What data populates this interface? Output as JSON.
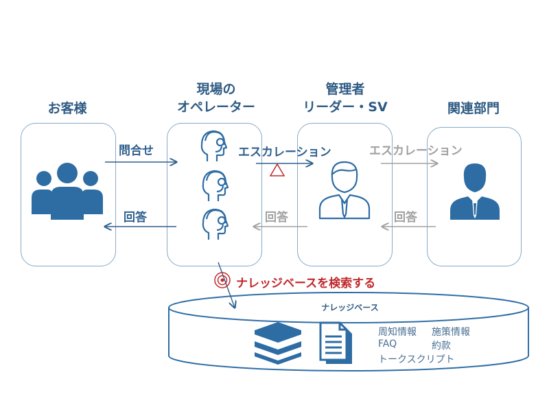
{
  "headers": {
    "customer": "お客様",
    "operator_line1": "現場の",
    "operator_line2": "オペレーター",
    "manager_line1": "管理者",
    "manager_line2": "リーダー・SV",
    "related": "関連部門"
  },
  "flows": {
    "inquiry": "問合せ",
    "answer_to_customer": "回答",
    "escalation_to_manager": "エスカレーション",
    "answer_from_manager": "回答",
    "escalation_to_related": "エスカレーション",
    "answer_from_related": "回答"
  },
  "search_label": "ナレッジベースを検索する",
  "knowledge_base": {
    "title": "ナレッジベース",
    "items": [
      "周知情報",
      "施策情報",
      "FAQ",
      "約款",
      "トークスクリプト"
    ]
  },
  "colors": {
    "primary": "#2e6ca4",
    "card_border": "#86a9c8",
    "gray_arrow": "#a0a0a0",
    "alert_red": "#c0282b"
  },
  "icons": [
    "customers-group-icon",
    "operator-headset-icon",
    "manager-person-icon",
    "executive-person-icon",
    "books-stack-icon",
    "documents-icon",
    "warning-triangle-icon",
    "target-icon"
  ]
}
